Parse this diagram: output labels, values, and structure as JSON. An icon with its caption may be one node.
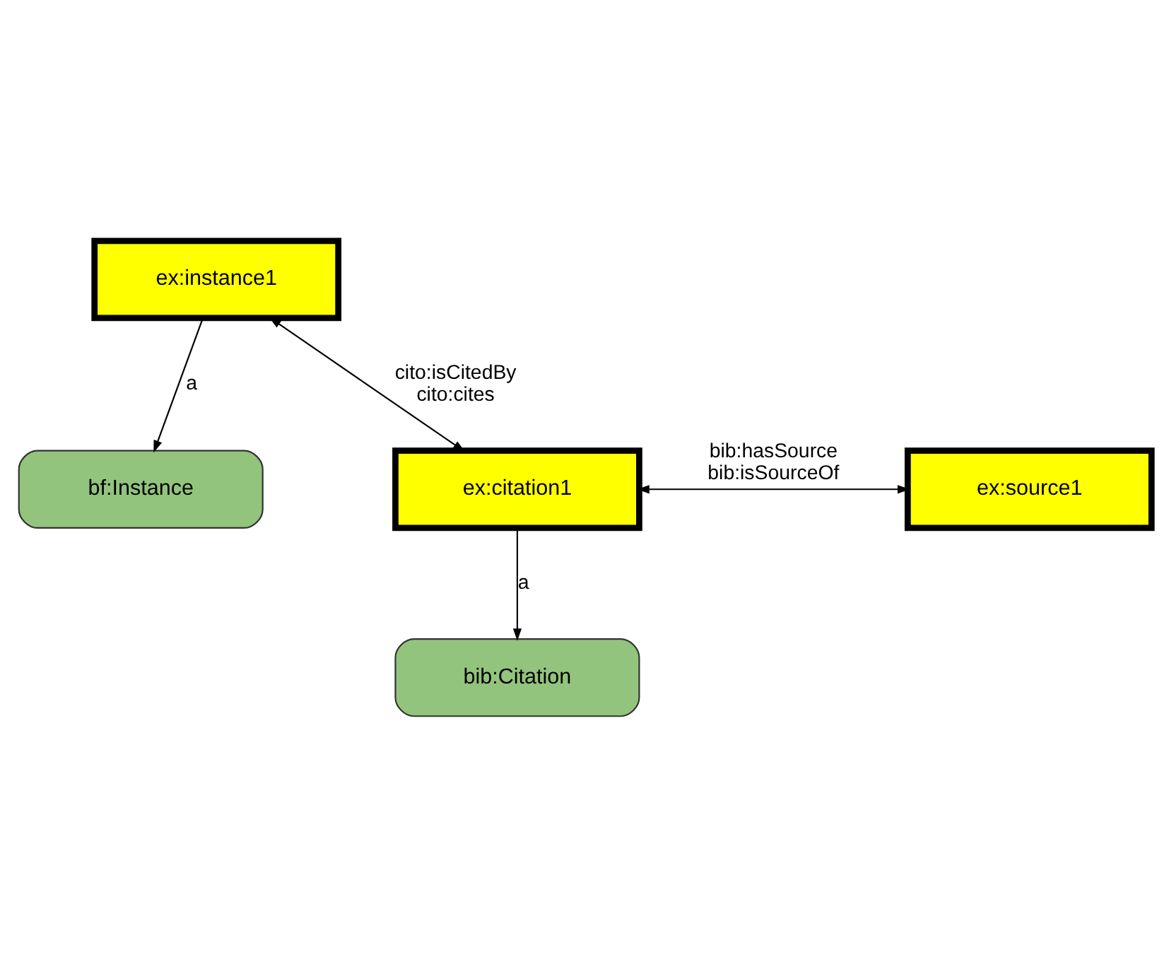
{
  "diagram": {
    "nodes": [
      {
        "text": [
          "bf:Instance"
        ]
      },
      {
        "text": [
          "ex:instance1"
        ]
      },
      {
        "text": [
          "ex:citation1"
        ]
      },
      {
        "text": [
          "ex:source1"
        ]
      },
      {
        "text": [
          "bib:Citation"
        ]
      }
    ],
    "edges": [
      {
        "from": 1,
        "to": 0,
        "arrow": "to",
        "label": "a"
      },
      {
        "from": 1,
        "to": 2,
        "arrow": "both",
        "label": "cito:isCitedBy cito:cites"
      },
      {
        "from": 2,
        "to": 3,
        "arrow": "both",
        "label": "bib:hasSource bib:isSourceOf"
      },
      {
        "from": 2,
        "to": 4,
        "arrow": "to",
        "label": "a"
      }
    ]
  }
}
